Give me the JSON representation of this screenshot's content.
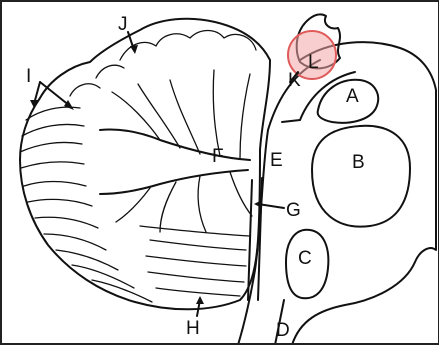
{
  "labels": {
    "A": "A",
    "B": "B",
    "C": "C",
    "D": "D",
    "E": "E",
    "F": "F",
    "G": "G",
    "H": "H",
    "I": "I",
    "J": "J",
    "K": "K",
    "L": "L"
  },
  "colors": {
    "ink": "#111111",
    "highlight_fill": "#f4a6a6",
    "highlight_stroke": "#e05a5a",
    "background": "#ffffff"
  }
}
